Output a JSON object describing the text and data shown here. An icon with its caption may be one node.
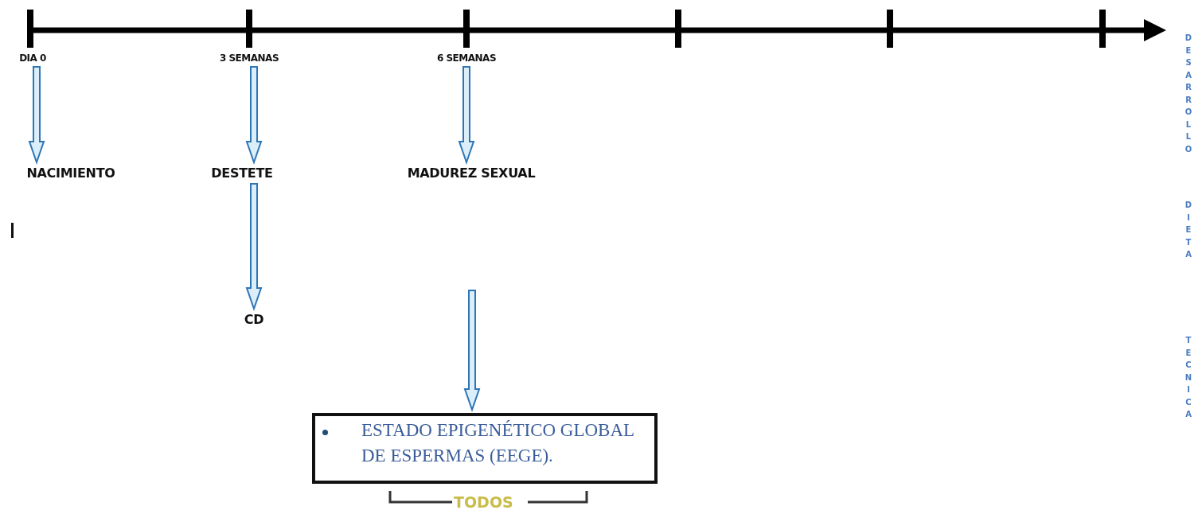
{
  "diagram": {
    "nodes": [
      {
        "text": [
          "DIA 0"
        ]
      },
      {
        "text": [
          "3 SEMANAS"
        ]
      },
      {
        "text": [
          "6 SEMANAS"
        ]
      },
      {
        "text": [
          "NACIMIENTO"
        ]
      },
      {
        "text": [
          "DESTETE"
        ]
      },
      {
        "text": [
          "MADUREZ SEXUAL"
        ]
      },
      {
        "text": [
          "CD"
        ]
      },
      {
        "text": [
          "ESTADO EPIGENÉTICO GLOBAL DE ESPERMAS (EEGE)."
        ]
      }
    ],
    "edges": [
      {
        "from": 0,
        "to": 3,
        "arrow": "to"
      },
      {
        "from": 1,
        "to": 4,
        "arrow": "to"
      },
      {
        "from": 2,
        "to": 5,
        "arrow": "to"
      },
      {
        "from": 4,
        "to": 6,
        "arrow": "to"
      },
      {
        "from": null,
        "to": 7,
        "arrow": "to"
      }
    ],
    "labels": [
      "DESARROLLO",
      "DIETA",
      "TECNICA",
      "TODOS"
    ]
  }
}
